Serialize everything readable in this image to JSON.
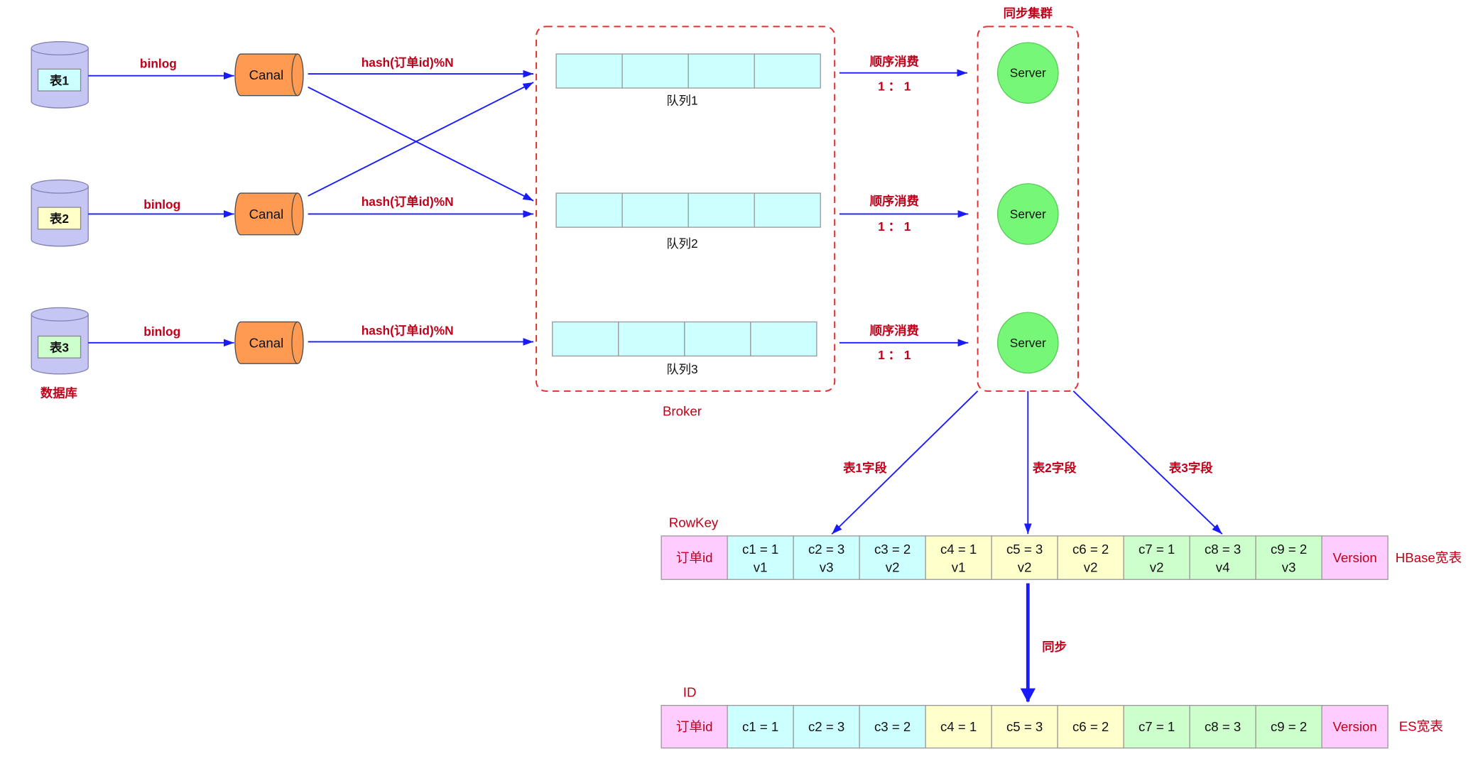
{
  "database": {
    "caption": "数据库",
    "tables": [
      {
        "label": "表1",
        "fill": "#ccffff"
      },
      {
        "label": "表2",
        "fill": "#ffffc8"
      },
      {
        "label": "表3",
        "fill": "#ccffcc"
      }
    ]
  },
  "pipelines": [
    {
      "binlog": "binlog",
      "canal": "Canal",
      "hash": "hash(订单id)%N",
      "queue": "队列1",
      "consume": "顺序消费",
      "ratio": "1 ： 1",
      "server": "Server"
    },
    {
      "binlog": "binlog",
      "canal": "Canal",
      "hash": "hash(订单id)%N",
      "queue": "队列2",
      "consume": "顺序消费",
      "ratio": "1 ： 1",
      "server": "Server"
    },
    {
      "binlog": "binlog",
      "canal": "Canal",
      "hash": "hash(订单id)%N",
      "queue": "队列3",
      "consume": "顺序消费",
      "ratio": "1 ： 1",
      "server": "Server"
    }
  ],
  "broker": {
    "label": "Broker"
  },
  "sync_cluster": {
    "label": "同步集群"
  },
  "field_labels": [
    "表1字段",
    "表2字段",
    "表3字段"
  ],
  "hbase_table": {
    "key_label": "RowKey",
    "title": "HBase宽表",
    "cells": [
      {
        "text": "订单id",
        "fill": "#ffccff",
        "color": "#c0001a"
      },
      {
        "text": "c1 = 1",
        "sub": "v1",
        "fill": "#ccffff"
      },
      {
        "text": "c2 = 3",
        "sub": "v3",
        "fill": "#ccffff"
      },
      {
        "text": "c3 = 2",
        "sub": "v2",
        "fill": "#ccffff"
      },
      {
        "text": "c4 = 1",
        "sub": "v1",
        "fill": "#ffffcc"
      },
      {
        "text": "c5 = 3",
        "sub": "v2",
        "fill": "#ffffcc"
      },
      {
        "text": "c6 = 2",
        "sub": "v2",
        "fill": "#ffffcc"
      },
      {
        "text": "c7 = 1",
        "sub": "v2",
        "fill": "#ccffcc"
      },
      {
        "text": "c8 = 3",
        "sub": "v4",
        "fill": "#ccffcc"
      },
      {
        "text": "c9 = 2",
        "sub": "v3",
        "fill": "#ccffcc"
      },
      {
        "text": "Version",
        "fill": "#ffccff",
        "color": "#c0001a"
      }
    ]
  },
  "sync_label": "同步",
  "es_table": {
    "key_label": "ID",
    "title": "ES宽表",
    "cells": [
      {
        "text": "订单id",
        "fill": "#ffccff",
        "color": "#c0001a"
      },
      {
        "text": "c1 = 1",
        "fill": "#ccffff"
      },
      {
        "text": "c2 = 3",
        "fill": "#ccffff"
      },
      {
        "text": "c3 = 2",
        "fill": "#ccffff"
      },
      {
        "text": "c4 = 1",
        "fill": "#ffffcc"
      },
      {
        "text": "c5 = 3",
        "fill": "#ffffcc"
      },
      {
        "text": "c6 = 2",
        "fill": "#ffffcc"
      },
      {
        "text": "c7 = 1",
        "fill": "#ccffcc"
      },
      {
        "text": "c8 = 3",
        "fill": "#ccffcc"
      },
      {
        "text": "c9 = 2",
        "fill": "#ccffcc"
      },
      {
        "text": "Version",
        "fill": "#ffccff",
        "color": "#c0001a"
      }
    ]
  },
  "colors": {
    "arrow": "#1a1aff",
    "label": "#c0001a",
    "cylinder": "#c6c6f4",
    "canal": "#ff9a52",
    "queue": "#ccffff",
    "server": "#77f777",
    "border": "#e43030"
  }
}
